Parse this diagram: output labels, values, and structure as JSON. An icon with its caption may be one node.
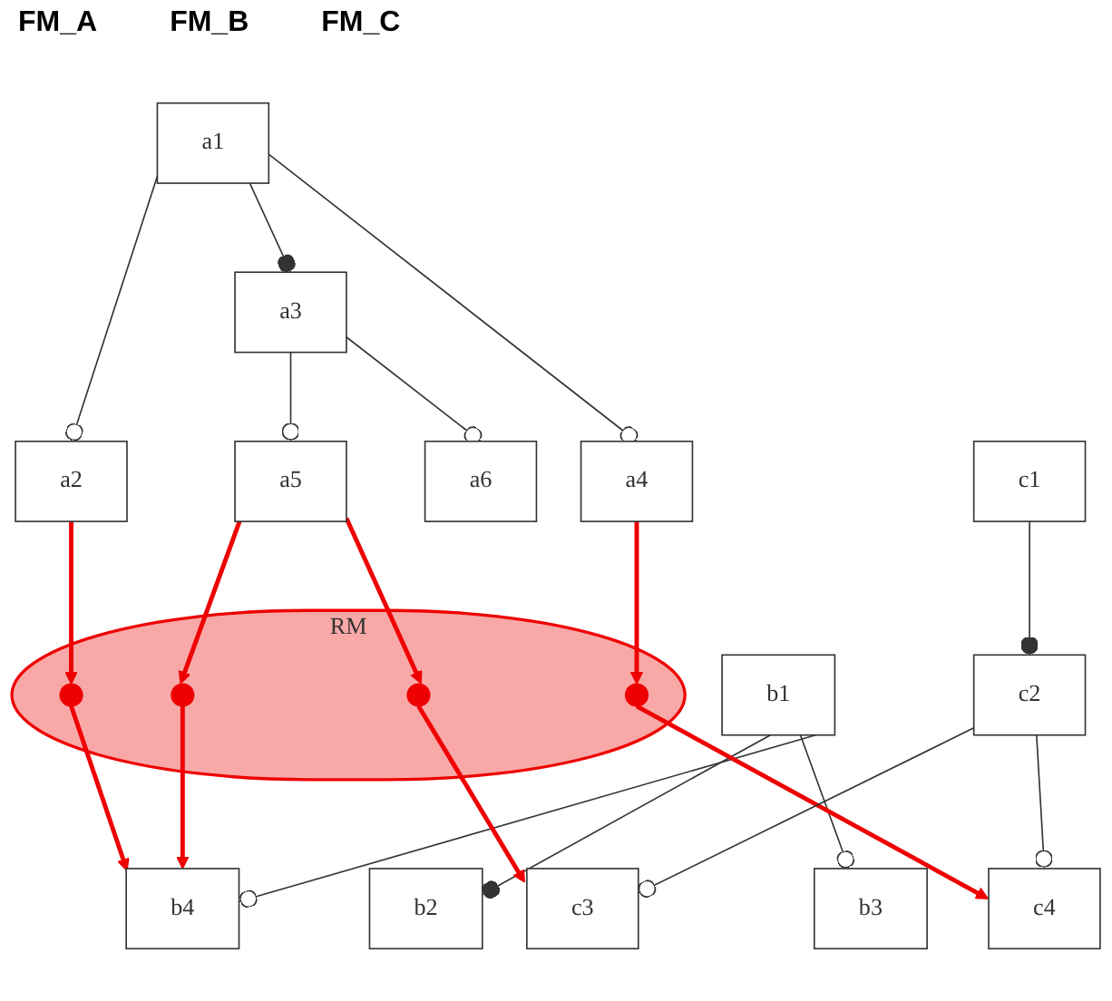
{
  "diagram": {
    "nodes": [
      {
        "text": [
          "a1"
        ]
      },
      {
        "text": [
          "a2"
        ]
      },
      {
        "text": [
          "a3"
        ]
      },
      {
        "text": [
          "a4"
        ]
      },
      {
        "text": [
          "a5"
        ]
      },
      {
        "text": [
          "a6"
        ]
      },
      {
        "text": [
          "RM"
        ]
      },
      {
        "text": [],
        "shape": "circle",
        "in": 6
      },
      {
        "text": [],
        "shape": "circle",
        "in": 6
      },
      {
        "text": [],
        "shape": "circle",
        "in": 6
      },
      {
        "text": [],
        "shape": "circle",
        "in": 6
      },
      {
        "text": [
          "b1"
        ]
      },
      {
        "text": [
          "c1"
        ]
      },
      {
        "text": [
          "b2"
        ]
      },
      {
        "text": [
          "b3"
        ]
      },
      {
        "text": [
          "b4"
        ]
      },
      {
        "text": [
          "c2"
        ]
      },
      {
        "text": [
          "c3"
        ]
      },
      {
        "text": [
          "c4"
        ]
      }
    ],
    "edges": [
      {
        "from": 11,
        "to": 13,
        "arrow": "other"
      },
      {
        "from": 11,
        "to": 14,
        "arrow": "other"
      },
      {
        "from": 11,
        "to": 15,
        "arrow": "other"
      },
      {
        "from": 0,
        "to": 1,
        "arrow": "other"
      },
      {
        "from": 0,
        "to": 2,
        "arrow": "other"
      },
      {
        "from": 0,
        "to": 3,
        "arrow": "other"
      },
      {
        "from": 2,
        "to": 4,
        "arrow": "other"
      },
      {
        "from": 2,
        "to": 5,
        "arrow": "other"
      },
      {
        "from": 1,
        "to": 7,
        "arrow": "to",
        "style": "thick",
        "color": "#ee0000"
      },
      {
        "from": 4,
        "to": 8,
        "arrow": "to",
        "style": "thick",
        "color": "#ee0000"
      },
      {
        "from": 4,
        "to": 9,
        "arrow": "to",
        "style": "thick",
        "color": "#ee0000"
      },
      {
        "from": 3,
        "to": 10,
        "arrow": "to",
        "style": "thick",
        "color": "#ee0000"
      },
      {
        "from": 7,
        "to": 15,
        "arrow": "to",
        "style": "thick",
        "color": "#ee0000"
      },
      {
        "from": 8,
        "to": 15,
        "arrow": "to",
        "style": "thick",
        "color": "#ee0000"
      },
      {
        "from": 9,
        "to": 17,
        "arrow": "to",
        "style": "thick",
        "color": "#ee0000"
      },
      {
        "from": 10,
        "to": 18,
        "arrow": "to",
        "style": "thick",
        "color": "#ee0000"
      },
      {
        "from": 12,
        "to": 16,
        "arrow": "other"
      },
      {
        "from": 16,
        "to": 17,
        "arrow": "other"
      },
      {
        "from": 16,
        "to": 18,
        "arrow": "other"
      }
    ],
    "labels": [
      "FM_A",
      "FM_B",
      "FM_C"
    ]
  }
}
